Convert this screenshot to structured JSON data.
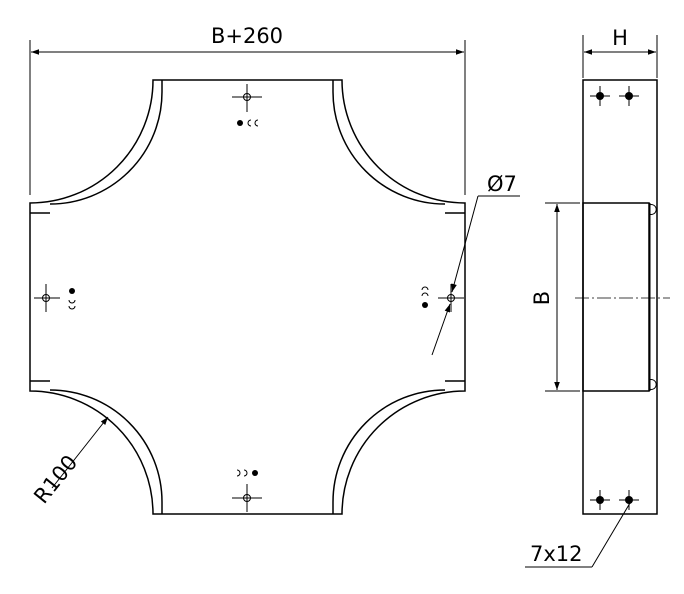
{
  "labels": {
    "width_dim": "B+260",
    "hole_dia": "Ø7",
    "radius": "R100",
    "height_dim": "H",
    "side_b": "B",
    "slot": "7x12"
  },
  "colors": {
    "line": "#000000",
    "background": "#ffffff"
  }
}
